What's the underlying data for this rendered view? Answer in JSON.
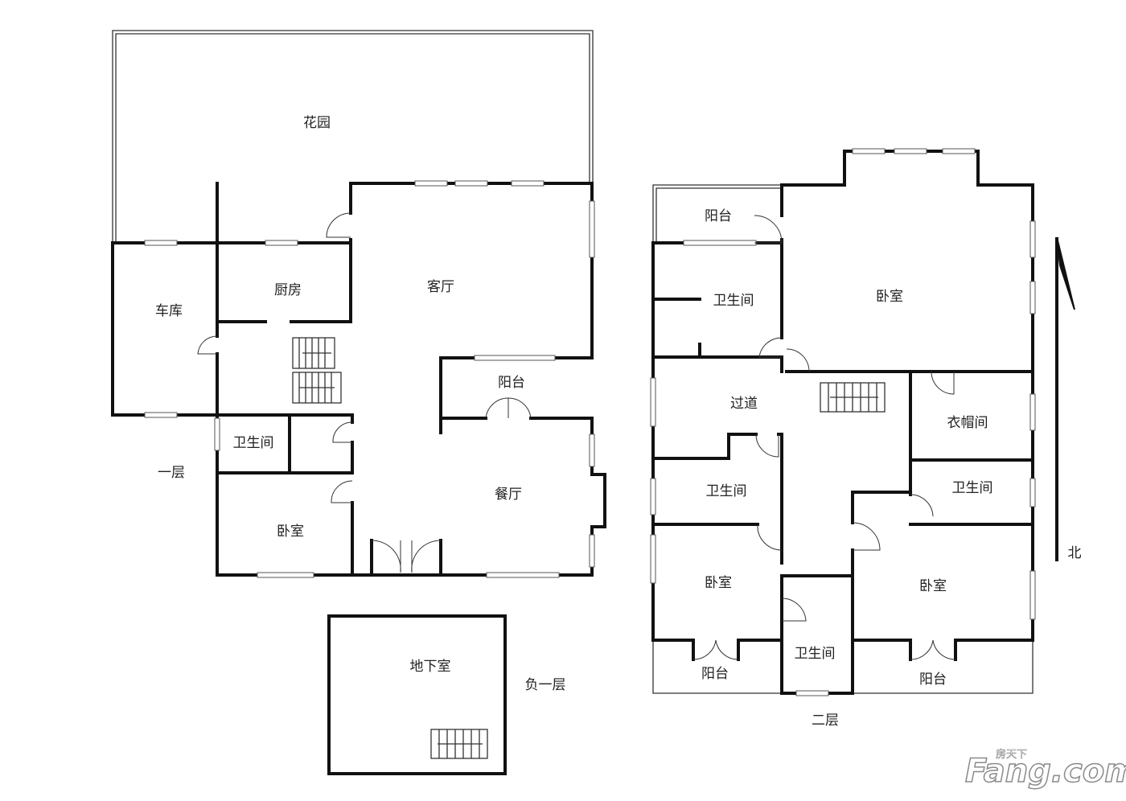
{
  "floors": {
    "first": {
      "title": "一层",
      "rooms": {
        "garden": "花园",
        "garage": "车库",
        "kitchen": "厨房",
        "living": "客厅",
        "balcony": "阳台",
        "bathroom": "卫生间",
        "dining": "餐厅",
        "bedroom": "卧室"
      }
    },
    "basement": {
      "title": "负一层",
      "rooms": {
        "basement": "地下室"
      }
    },
    "second": {
      "title": "二层",
      "rooms": {
        "balcony_nw": "阳台",
        "bathroom_n": "卫生间",
        "master_bedroom": "卧室",
        "corridor": "过道",
        "cloakroom": "衣帽间",
        "bathroom_w": "卫生间",
        "bathroom_e": "卫生间",
        "bedroom_sw": "卧室",
        "bedroom_se": "卧室",
        "bathroom_s": "卫生间",
        "balcony_sw": "阳台",
        "balcony_se": "阳台"
      }
    }
  },
  "compass": {
    "label": "北"
  },
  "watermark": {
    "text": "Fang.com",
    "small": "房天下"
  }
}
